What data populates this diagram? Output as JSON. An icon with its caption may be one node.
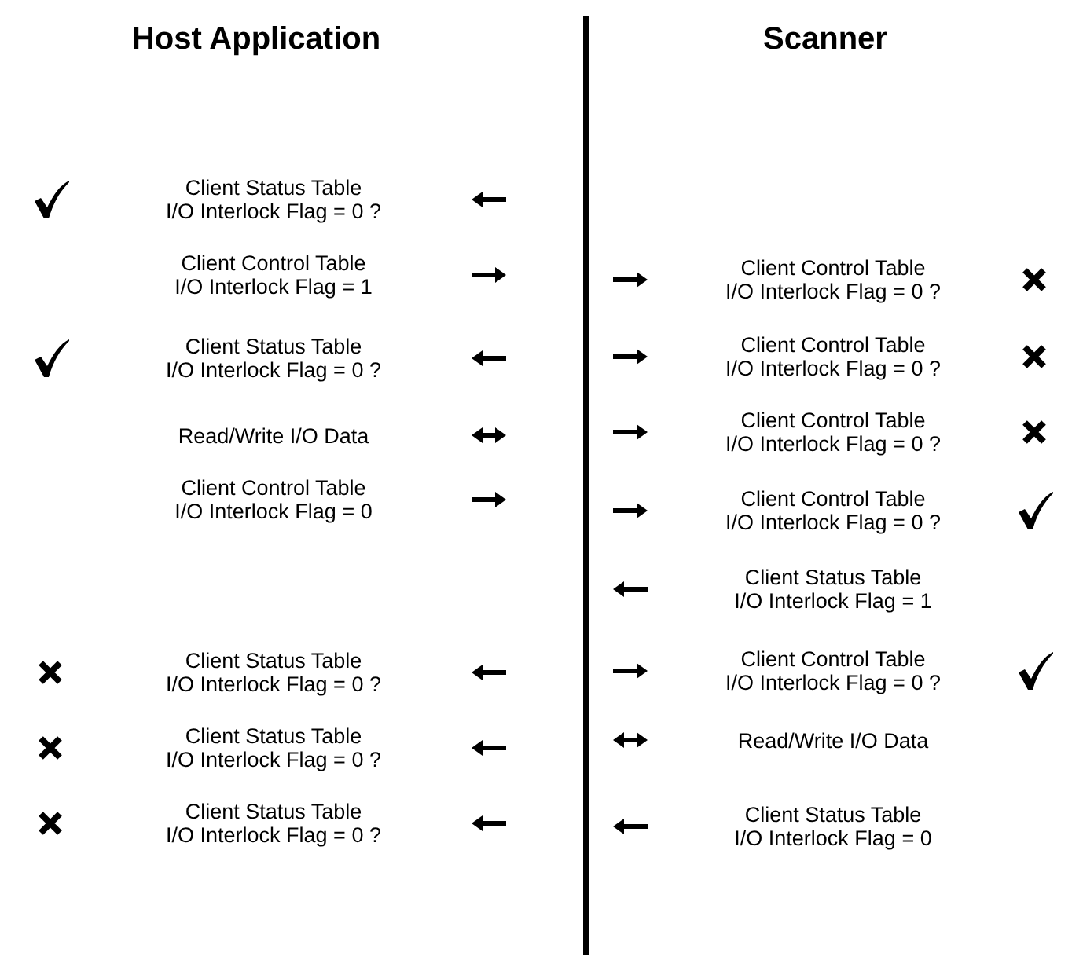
{
  "diagram": {
    "labels": [
      "Host Application",
      "Scanner",
      "Client Status Table",
      "I/O Interlock Flag = 0 ?",
      "Client Control Table",
      "I/O Interlock Flag = 1",
      "Client Status Table",
      "I/O Interlock Flag = 0 ?",
      "Read/Write I/O Data",
      "Client Control Table",
      "I/O Interlock Flag = 0",
      "Client Status Table",
      "I/O Interlock Flag = 0 ?",
      "Client Status Table",
      "I/O Interlock Flag = 0 ?",
      "Client Status Table",
      "I/O Interlock Flag = 0 ?",
      "Client Control Table",
      "I/O Interlock Flag = 0 ?",
      "Client Control Table",
      "I/O Interlock Flag = 0 ?",
      "Client Control Table",
      "I/O Interlock Flag = 0 ?",
      "Client Control Table",
      "I/O Interlock Flag = 0 ?",
      "Client Status Table",
      "I/O Interlock Flag = 1",
      "Client Control Table",
      "I/O Interlock Flag = 0 ?",
      "Read/Write I/O Data",
      "Client Status Table",
      "I/O Interlock Flag = 0"
    ]
  }
}
